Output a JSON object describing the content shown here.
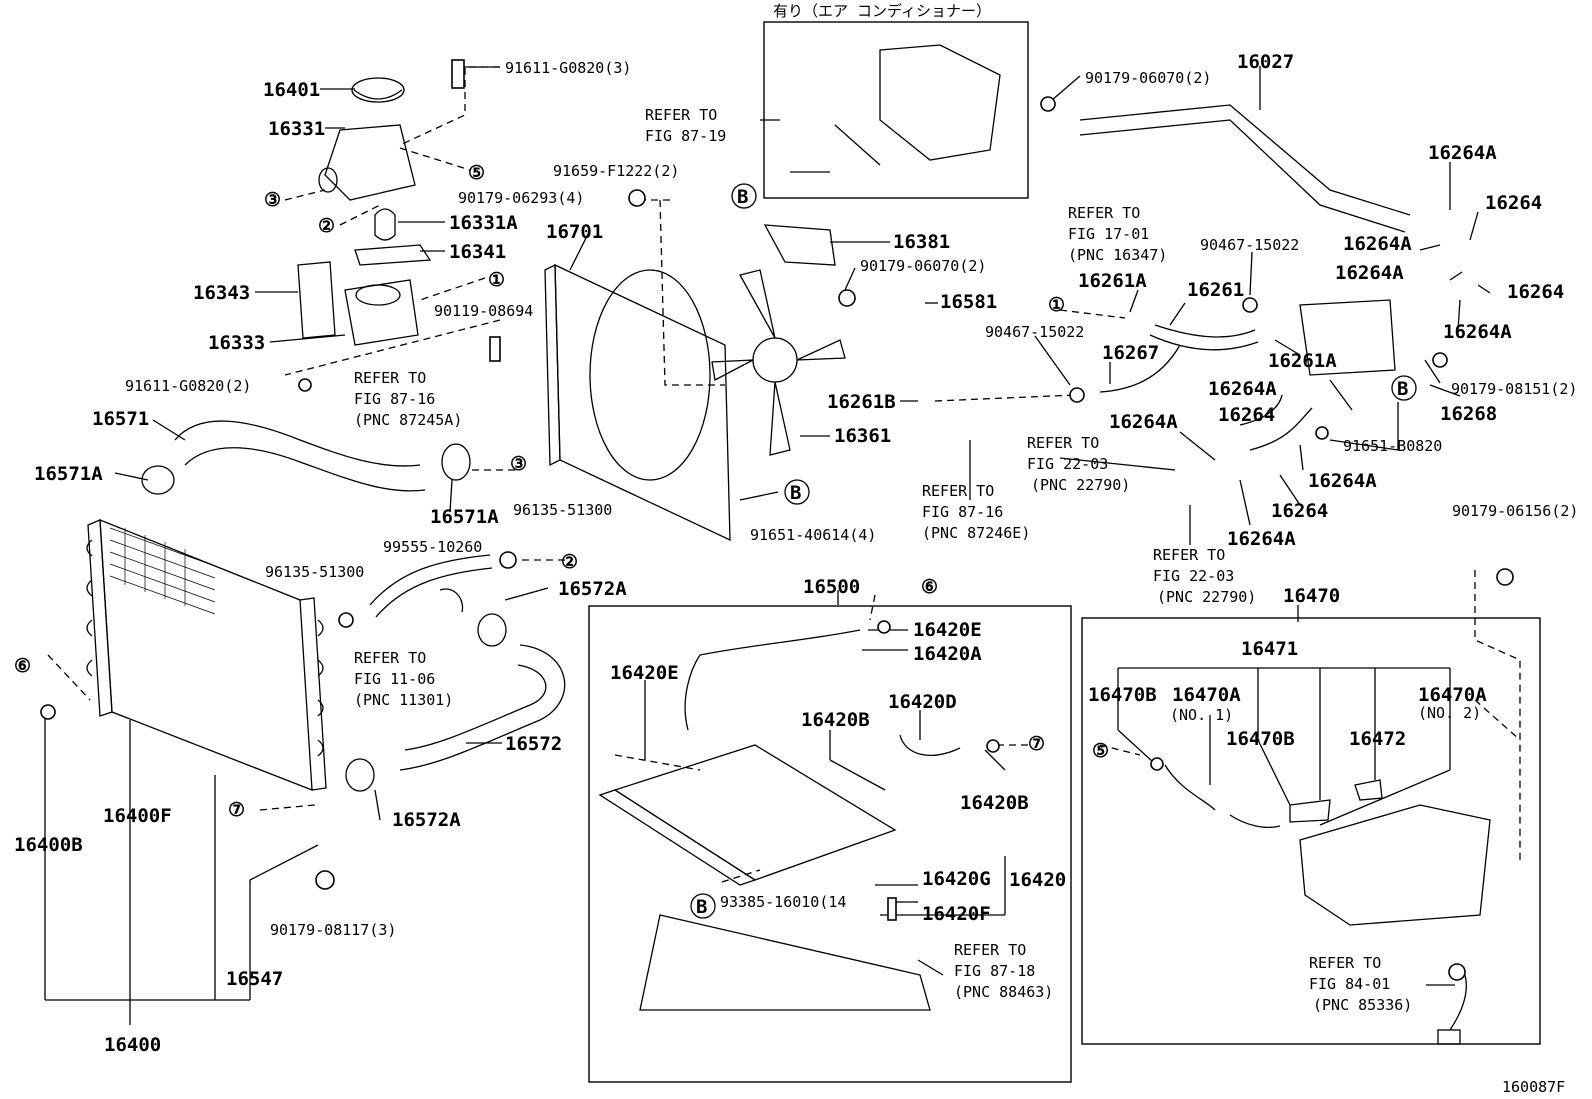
{
  "diagram_id": "160087F",
  "inset_title": "有り（エア コンディショナー）",
  "callout_letter": "B",
  "circled": {
    "c1": "①",
    "c2": "②",
    "c3": "③",
    "c5": "⑤",
    "c6": "⑥",
    "c7": "⑦"
  },
  "refer_to": "REFER TO",
  "refs": {
    "r8719": "FIG 87-19",
    "r8716a": "FIG 87-16",
    "pnc87245a": "(PNC 87245A)",
    "r1701": "FIG 17-01",
    "pnc16347": "(PNC 16347)",
    "r2203a": "FIG 22-03",
    "pnc22790a": "(PNC 22790)",
    "r8716b": "FIG 87-16",
    "pnc87246e": "(PNC 87246E)",
    "r2203b": "FIG 22-03",
    "pnc22790b": "(PNC 22790)",
    "r1106": "FIG 11-06",
    "pnc11301": "(PNC 11301)",
    "r8718": "FIG 87-18",
    "pnc88463": "(PNC 88463)",
    "r8401": "FIG 84-01",
    "pnc85336": "(PNC 85336)"
  },
  "parts": {
    "p16401": "16401",
    "p16331": "16331",
    "p16331A": "16331A",
    "p16341": "16341",
    "p16343": "16343",
    "p16333": "16333",
    "p16571": "16571",
    "p16571A_l": "16571A",
    "p16571A_r": "16571A",
    "p16572A_a": "16572A",
    "p16572": "16572",
    "p16572A_b": "16572A",
    "p16400B": "16400B",
    "p16400F": "16400F",
    "p16400": "16400",
    "p16547": "16547",
    "p16701": "16701",
    "p16381": "16381",
    "p16581": "16581",
    "p16361": "16361",
    "p16261B": "16261B",
    "p16500": "16500",
    "p16420E_a": "16420E",
    "p16420A": "16420A",
    "p16420E_b": "16420E",
    "p16420D": "16420D",
    "p16420B_a": "16420B",
    "p16420B_b": "16420B",
    "p16420G": "16420G",
    "p16420": "16420",
    "p16420F": "16420F",
    "p16027": "16027",
    "p16264A_1": "16264A",
    "p16264_1": "16264",
    "p16264A_2": "16264A",
    "p16264_2": "16264",
    "p16264A_3": "16264A",
    "p16264A_4": "16264A",
    "p16261A_a": "16261A",
    "p16261": "16261",
    "p16261A_b": "16261A",
    "p16267": "16267",
    "p16264A_5": "16264A",
    "p16264A_6": "16264A",
    "p16264_3": "16264",
    "p16268": "16268",
    "p16264A_7": "16264A",
    "p16264_4": "16264",
    "p16264A_8": "16264A",
    "p16470": "16470",
    "p16471": "16471",
    "p16470B_a": "16470B",
    "p16470A_a": "16470A",
    "no1": "(NO. 1)",
    "p16470A_b": "16470A",
    "no2": "(NO. 2)",
    "p16470B_b": "16470B",
    "p16472": "16472"
  },
  "hardware": {
    "h91611_top": "91611-G0820(3)",
    "h91659": "91659-F1222(2)",
    "h90179_06293": "90179-06293(4)",
    "h90119": "90119-08694",
    "h91611_bot": "91611-G0820(2)",
    "h96135_a": "96135-51300",
    "h99555": "99555-10260",
    "h96135_b": "96135-51300",
    "h90179_08117": "90179-08117(3)",
    "h91651_40614": "91651-40614(4)",
    "h90179_06070_a": "90179-06070(2)",
    "h90179_06070_b": "90179-06070(2)",
    "h90467_a": "90467-15022",
    "h90467_b": "90467-15022",
    "h90179_08151": "90179-08151(2)",
    "h91651_B0820": "91651-B0820",
    "h90179_06156": "90179-06156(2)",
    "h93385": "93385-16010(14"
  }
}
